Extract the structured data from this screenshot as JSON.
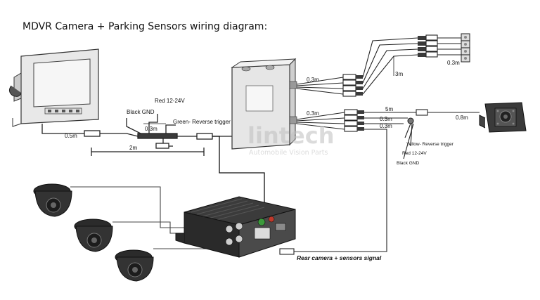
{
  "title": "MDVR Camera + Parking Sensors wiring diagram:",
  "labels": {
    "monitor_05m": "0.5m",
    "harness_03m": "0.3m",
    "harness_2m": "2m",
    "red_power": "Red 12-24V",
    "black_gnd": "Black GND",
    "green_reverse": "Green- Reverse trigger",
    "box_03m_top": "0.3m",
    "box_3m": "3m",
    "sensors_03m": "0.3m",
    "box_03m_mid": "0.3m",
    "cable_5m": "5m",
    "cable_03m_a": "0.3m",
    "cable_03m_b": "0.3m",
    "camera_08m": "0.8m",
    "yellow_reverse": "Yellow- Reverse trigger",
    "red_power_2": "Red 12-24V",
    "black_gnd_2": "Black GND",
    "rear_signal": "Rear camera + sensors signal"
  },
  "watermark": {
    "brand": "lintech",
    "tagline": "Automobile Vision Parts"
  },
  "colors": {
    "device_dark": "#2a2a2a",
    "device_light": "#e6e6e6",
    "cable": "#222222",
    "accent_green": "#3c9a3c",
    "accent_red": "#c0392b",
    "watermark": "#bfbfbf"
  }
}
